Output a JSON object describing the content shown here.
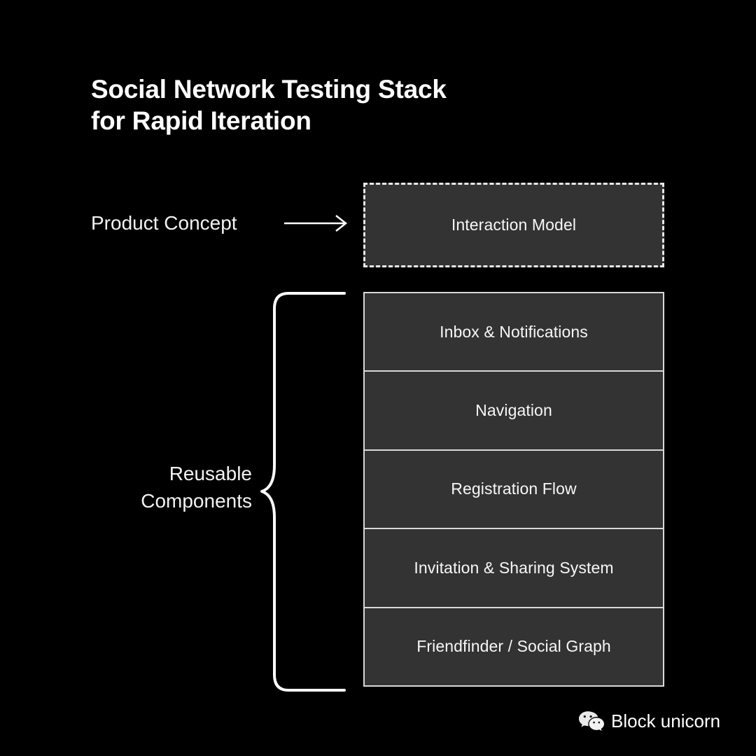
{
  "title": {
    "line1": "Social Network Testing Stack",
    "line2": "for Rapid Iteration"
  },
  "flow": {
    "input_label": "Product Concept",
    "arrow_icon": "arrow-right-icon",
    "top_node": {
      "label": "Interaction Model",
      "style": "dashed"
    }
  },
  "group": {
    "label_line1": "Reusable",
    "label_line2": "Components",
    "brace_icon": "curly-brace-icon"
  },
  "stack": {
    "items": [
      {
        "label": "Inbox & Notifications"
      },
      {
        "label": "Navigation"
      },
      {
        "label": "Registration Flow"
      },
      {
        "label": "Invitation & Sharing System"
      },
      {
        "label": "Friendfinder / Social Graph"
      }
    ]
  },
  "watermark": {
    "icon": "wechat-icon",
    "text": "Block unicorn"
  },
  "colors": {
    "background": "#000000",
    "box_fill": "#333333",
    "box_border": "#d8d8d8",
    "dashed_border": "#e8e8e8",
    "text": "#ffffff",
    "muted_text": "#f2f2f2"
  }
}
